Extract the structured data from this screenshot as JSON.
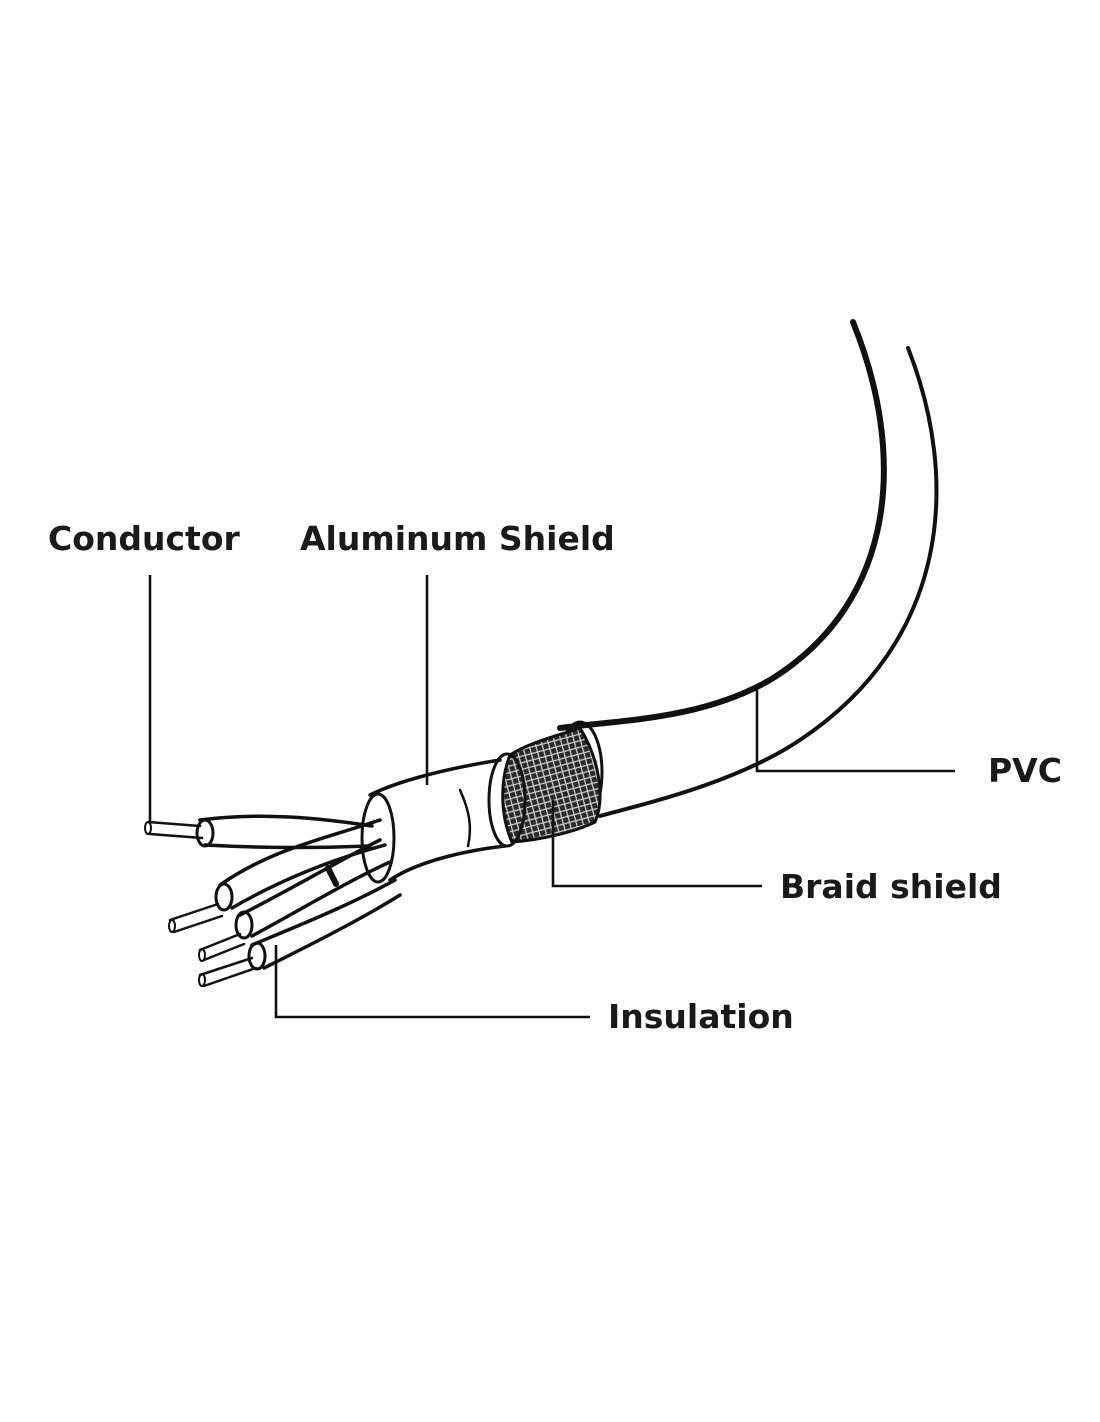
{
  "labels": {
    "conductor": "Conductor",
    "aluminum_shield": "Aluminum Shield",
    "pvc": "PVC",
    "braid_shield": "Braid shield",
    "insulation": "Insulation"
  },
  "colors": {
    "ink": "#111111",
    "text": "#1a1a1a",
    "background": "#ffffff"
  }
}
